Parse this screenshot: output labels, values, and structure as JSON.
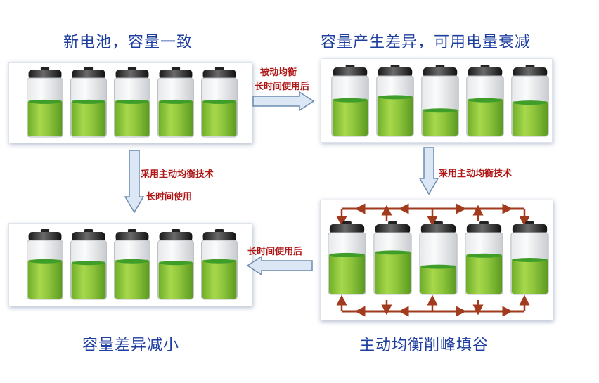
{
  "panels": {
    "top_left": {
      "caption": "新电池，容量一致",
      "levels": [
        0.62,
        0.62,
        0.62,
        0.62,
        0.62
      ]
    },
    "top_right": {
      "caption": "容量产生差异，可用电量衰减",
      "levels": [
        0.62,
        0.67,
        0.45,
        0.62,
        0.58
      ]
    },
    "bottom_left": {
      "caption": "容量差异减小",
      "levels": [
        0.67,
        0.64,
        0.67,
        0.64,
        0.67
      ]
    },
    "bottom_right": {
      "caption": "主动均衡削峰填谷",
      "levels": [
        0.66,
        0.7,
        0.47,
        0.65,
        0.58
      ]
    }
  },
  "arrows": {
    "top_label_1": "被动均衡",
    "top_label_2": "长时间使用后",
    "left_label_1": "采用主动均衡技术",
    "left_label_2": "长时间使用",
    "right_label_1": "采用主动均衡技术",
    "bottom_label_1": "长时间使用后"
  },
  "colors": {
    "caption": "#1f3fa0",
    "note": "#b01818",
    "arrow_fill": "#dbe7f4",
    "arrow_stroke": "#6d8bb0",
    "balance_line": "#a23a1e",
    "liquid": "#8cc63f",
    "liquid_top": "#3f9e2a"
  }
}
